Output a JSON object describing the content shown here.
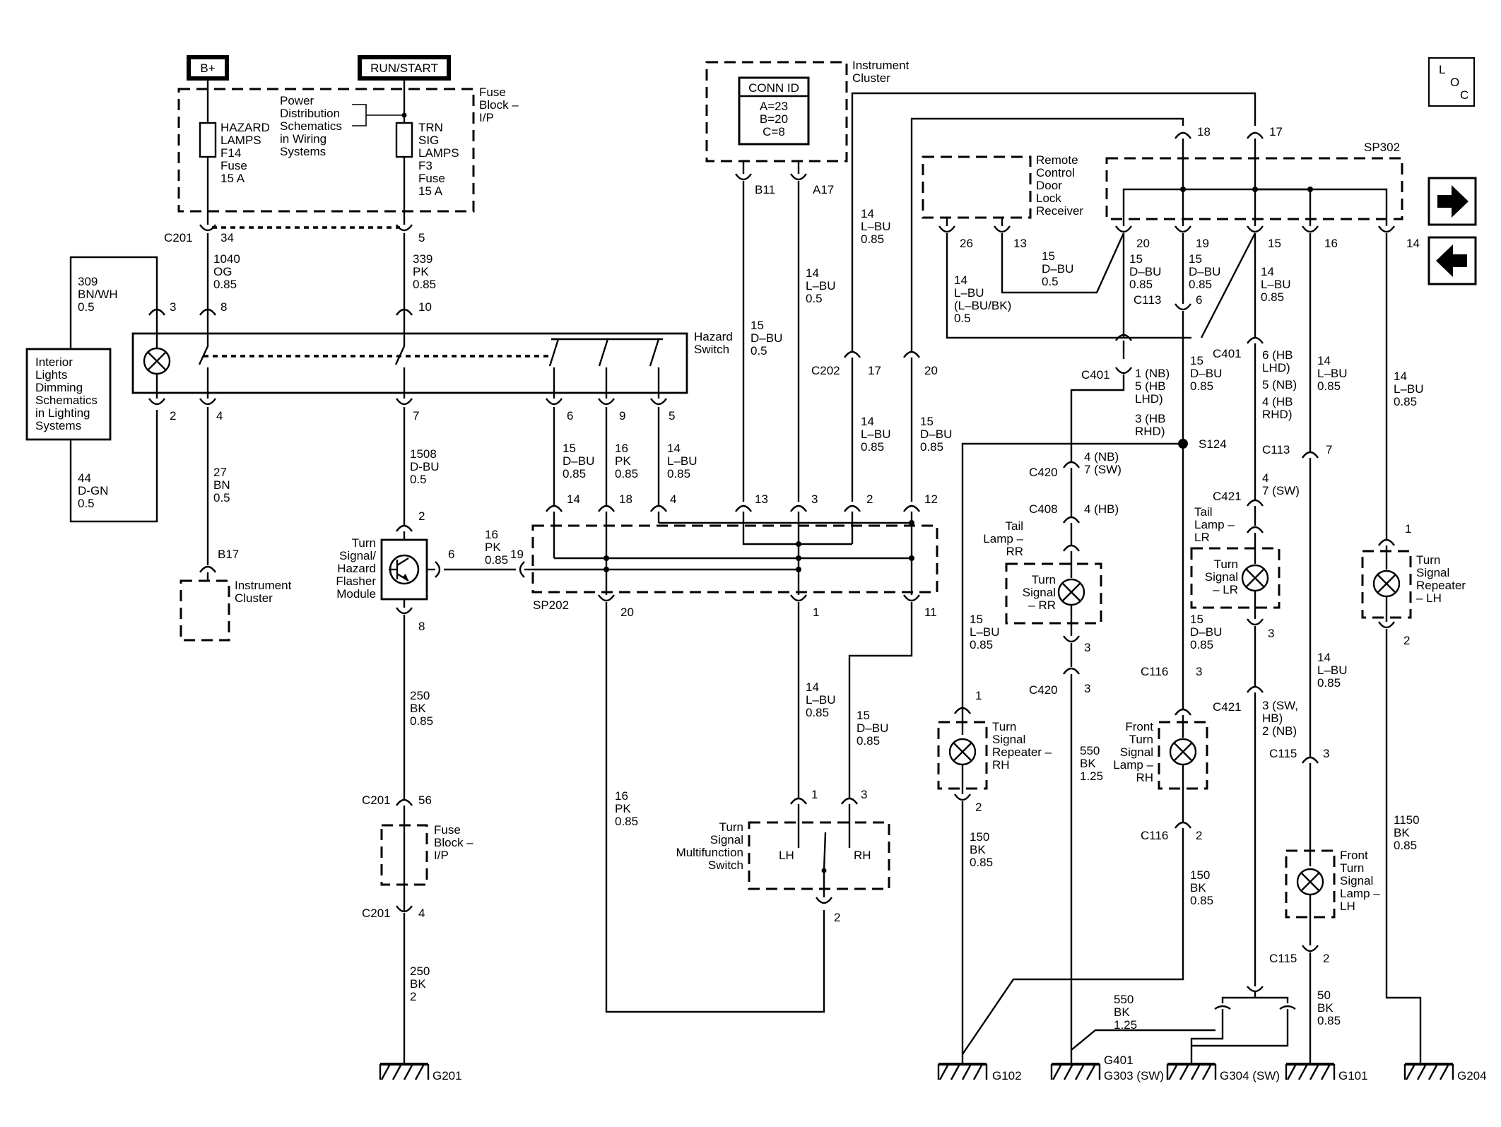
{
  "power": {
    "battery": "B+",
    "run_start": "RUN/START"
  },
  "fuse_block_top": {
    "title": [
      "Fuse",
      "Block –",
      "I/P"
    ],
    "hazard_fuse": [
      "HAZARD",
      "LAMPS",
      "F14",
      "Fuse",
      "15 A"
    ],
    "trn_fuse": [
      "TRN",
      "SIG",
      "LAMPS",
      "F3",
      "Fuse",
      "15 A"
    ],
    "power_dist": [
      "Power",
      "Distribution",
      "Schematics",
      "in Wiring",
      "Systems"
    ]
  },
  "conn_id": {
    "title": "CONN ID",
    "lines": [
      "A=23",
      "B=20",
      "C=8"
    ]
  },
  "instrument_cluster_top": [
    "Instrument",
    "Cluster"
  ],
  "instrument_cluster_small": [
    "Instrument",
    "Cluster"
  ],
  "loc": [
    "L",
    "O",
    "C"
  ],
  "nav": {
    "next_icon": "arrow-right-icon",
    "prev_icon": "arrow-left-icon"
  },
  "interior_lights": [
    "Interior",
    "Lights",
    "Dimming",
    "Schematics",
    "in Lighting",
    "Systems"
  ],
  "hazard_switch": [
    "Hazard",
    "Switch"
  ],
  "flasher": [
    "Turn",
    "Signal/",
    "Hazard",
    "Flasher",
    "Module"
  ],
  "remote_receiver": [
    "Remote",
    "Control",
    "Door",
    "Lock",
    "Receiver"
  ],
  "multifunction": {
    "title": [
      "Turn",
      "Signal",
      "Multifunction",
      "Switch"
    ],
    "lh": "LH",
    "rh": "RH"
  },
  "fuse_block_bottom": [
    "Fuse",
    "Block –",
    "I/P"
  ],
  "lamps": {
    "tail_rr": [
      "Tail",
      "Lamp –",
      "RR"
    ],
    "turn_rr": [
      "Turn",
      "Signal",
      "– RR"
    ],
    "tail_lr": [
      "Tail",
      "Lamp –",
      "LR"
    ],
    "turn_lr": [
      "Turn",
      "Signal",
      "– LR"
    ],
    "repeater_lh": [
      "Turn",
      "Signal",
      "Repeater",
      "– LH"
    ],
    "repeater_rh": [
      "Turn",
      "Signal",
      "Repeater –",
      "RH"
    ],
    "front_rh": [
      "Front",
      "Turn",
      "Signal",
      "Lamp –",
      "RH"
    ],
    "front_lh": [
      "Front",
      "Turn",
      "Signal",
      "Lamp –",
      "LH"
    ]
  },
  "connectors": {
    "c201": "C201",
    "c202": "C202",
    "c401": "C401",
    "c113": "C113",
    "c420": "C420",
    "c408": "C408",
    "c421": "C421",
    "c116": "C116",
    "c115": "C115",
    "b17": "B17",
    "b11": "B11",
    "a17": "A17",
    "sp202": "SP202",
    "sp302": "SP302",
    "s124": "S124"
  },
  "grounds": {
    "g201": "G201",
    "g102": "G102",
    "g401": "G401",
    "g303": "G303 (SW)",
    "g304": "G304 (SW)",
    "g101": "G101",
    "g204": "G204"
  },
  "pins": {
    "p34": "34",
    "p5": "5",
    "p3": "3",
    "p8": "8",
    "p10": "10",
    "p2": "2",
    "p4": "4",
    "p7": "7",
    "p6": "6",
    "p9": "9",
    "p5b": "5",
    "p14": "14",
    "p18": "18",
    "p4b": "4",
    "p13": "13",
    "p3b": "3",
    "p2b": "2",
    "p12": "12",
    "p20": "20",
    "p1": "1",
    "p11": "11",
    "p19": "19",
    "p6f": "6",
    "p2f": "2",
    "p8f": "8",
    "p56": "56",
    "p4f": "4",
    "p17": "17",
    "p20c": "20",
    "p18t": "18",
    "p17t": "17",
    "p26": "26",
    "p13r": "13",
    "p20r": "20",
    "p19r": "19",
    "p15r": "15",
    "p16r": "16",
    "p14r": "14",
    "p6c": "6",
    "p7r": "7",
    "p3rr": "3",
    "p3c420": "3",
    "p3c116": "3",
    "p2c116": "2",
    "p1rep": "1",
    "p2rep": "2",
    "p3lr": "3",
    "p3c115": "3",
    "p2c115": "2",
    "p1lh": "1",
    "p2lh": "2",
    "p1ms": "1",
    "p3ms": "3",
    "p2ms": "2"
  },
  "wires": {
    "w1040": [
      "1040",
      "OG",
      "0.85"
    ],
    "w339": [
      "339",
      "PK",
      "0.85"
    ],
    "w309": [
      "309",
      "BN/WH",
      "0.5"
    ],
    "w44": [
      "44",
      "D-GN",
      "0.5"
    ],
    "w27": [
      "27",
      "BN",
      "0.5"
    ],
    "w1508": [
      "1508",
      "D-BU",
      "0.5"
    ],
    "w16pk_fl": [
      "16",
      "PK",
      "0.85"
    ],
    "w250a": [
      "250",
      "BK",
      "0.85"
    ],
    "w250b": [
      "250",
      "BK",
      "2"
    ],
    "w15dbu_6": [
      "15",
      "D–BU",
      "0.85"
    ],
    "w16pk_9": [
      "16",
      "PK",
      "0.85"
    ],
    "w14lbu_5": [
      "14",
      "L–BU",
      "0.85"
    ],
    "w15dbu_b11": [
      "15",
      "D–BU",
      "0.5"
    ],
    "w14lbu_a17": [
      "14",
      "L–BU",
      "0.5"
    ],
    "w14lbu_top": [
      "14",
      "L–BU",
      "0.85"
    ],
    "w14lbu_c202": [
      "14",
      "L–BU",
      "0.85"
    ],
    "w15dbu_c202": [
      "15",
      "D–BU",
      "0.85"
    ],
    "w16pk_20": [
      "16",
      "PK",
      "0.85"
    ],
    "w14lbu_ms": [
      "14",
      "L–BU",
      "0.85"
    ],
    "w15dbu_ms": [
      "15",
      "D–BU",
      "0.85"
    ],
    "w14lbu_26": [
      "14",
      "L–BU",
      "(L–BU/BK)",
      "0.5"
    ],
    "w15dbu_13": [
      "15",
      "D–BU",
      "0.5"
    ],
    "w15dbu_20": [
      "15",
      "D–BU",
      "0.85"
    ],
    "w15dbu_19": [
      "15",
      "D–BU",
      "0.85"
    ],
    "w14lbu_15": [
      "14",
      "L–BU",
      "0.85"
    ],
    "w15dbu_s124": [
      "15",
      "D–BU",
      "0.85"
    ],
    "w14lbu_16": [
      "14",
      "L–BU",
      "0.85"
    ],
    "w14lbu_14": [
      "14",
      "L–BU",
      "0.85"
    ],
    "w15lbu_rep": [
      "15",
      "L–BU",
      "0.85"
    ],
    "w550a": [
      "550",
      "BK",
      "1.25"
    ],
    "w15dbu_fr": [
      "15",
      "D–BU",
      "0.85"
    ],
    "w14lbu_fl": [
      "14",
      "L–BU",
      "0.85"
    ],
    "w150a": [
      "150",
      "BK",
      "0.85"
    ],
    "w150b": [
      "150",
      "BK",
      "0.85"
    ],
    "w550b": [
      "550",
      "BK",
      "1.25"
    ],
    "w50": [
      "50",
      "BK",
      "0.85"
    ],
    "w1150": [
      "1150",
      "BK",
      "0.85"
    ]
  },
  "variants": {
    "c401_a": [
      "1 (NB)",
      "5 (HB",
      "LHD)",
      "3 (HB",
      "RHD)"
    ],
    "c401_b": [
      "6 (HB",
      "LHD)",
      "5 (NB)",
      "4 (HB",
      "RHD)"
    ],
    "c420": [
      "4 (NB)",
      "7 (SW)"
    ],
    "c408": "4 (HB)",
    "c421_top": [
      "4",
      "7 (SW)"
    ],
    "c421_bot": [
      "3 (SW,",
      "HB)",
      "2 (NB)"
    ]
  }
}
